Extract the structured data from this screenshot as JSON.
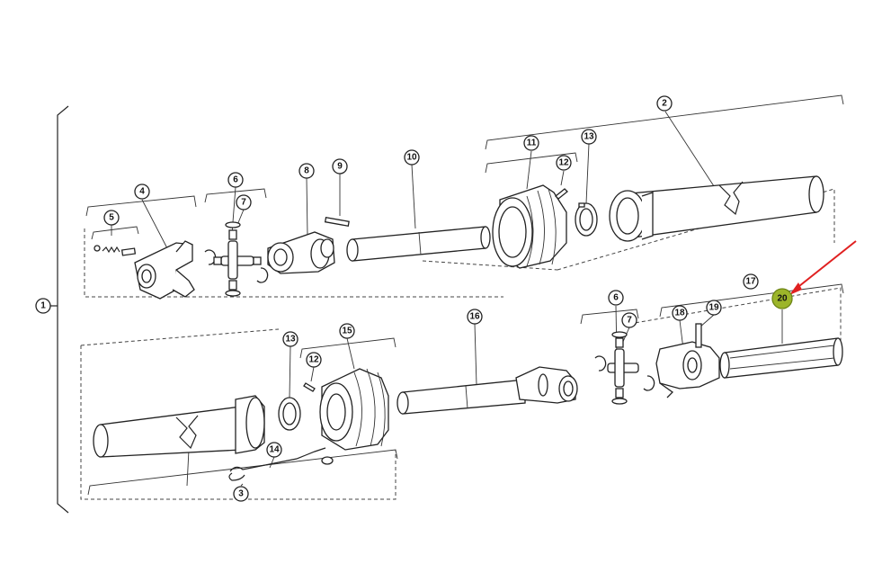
{
  "callouts": [
    {
      "id": "1",
      "label": "1"
    },
    {
      "id": "2",
      "label": "2"
    },
    {
      "id": "3",
      "label": "3"
    },
    {
      "id": "4",
      "label": "4"
    },
    {
      "id": "5",
      "label": "5"
    },
    {
      "id": "6a",
      "label": "6"
    },
    {
      "id": "7a",
      "label": "7"
    },
    {
      "id": "8",
      "label": "8"
    },
    {
      "id": "9",
      "label": "9"
    },
    {
      "id": "10",
      "label": "10"
    },
    {
      "id": "11",
      "label": "11"
    },
    {
      "id": "12a",
      "label": "12"
    },
    {
      "id": "13a",
      "label": "13"
    },
    {
      "id": "6b",
      "label": "6"
    },
    {
      "id": "7b",
      "label": "7"
    },
    {
      "id": "12b",
      "label": "12"
    },
    {
      "id": "13b",
      "label": "13"
    },
    {
      "id": "14",
      "label": "14"
    },
    {
      "id": "15",
      "label": "15"
    },
    {
      "id": "16",
      "label": "16"
    },
    {
      "id": "17",
      "label": "17"
    },
    {
      "id": "18",
      "label": "18"
    },
    {
      "id": "19",
      "label": "19"
    },
    {
      "id": "20",
      "label": "20"
    }
  ],
  "highlight": {
    "callout": "20",
    "color": "#9cb52a",
    "arrow_color": "#e02020"
  },
  "colors": {
    "line": "#222222",
    "background": "#ffffff"
  }
}
